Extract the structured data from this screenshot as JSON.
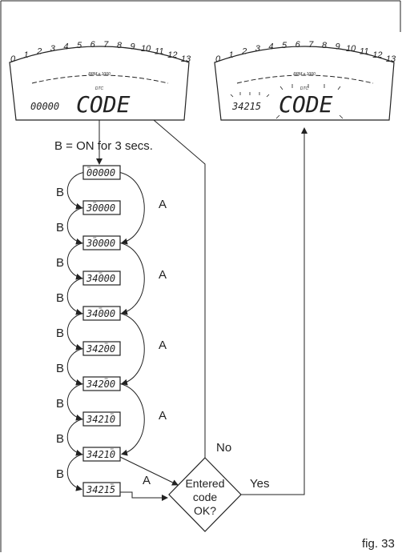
{
  "dashboards": [
    {
      "rpm": "RPM x 1000",
      "dtc": "DTC",
      "digits": "00000",
      "word": "CODE"
    },
    {
      "rpm": "RPM x 1000",
      "dtc": "DTC",
      "digits": "34215",
      "word": "CODE"
    }
  ],
  "tach_ticks": [
    "0",
    "1",
    "2",
    "3",
    "4",
    "5",
    "6",
    "7",
    "8",
    "9",
    "10",
    "11",
    "12",
    "13"
  ],
  "step_label": "B = ON for 3 secs.",
  "steps": [
    "00000",
    "30000",
    "30000",
    "34000",
    "34000",
    "34200",
    "34200",
    "34210",
    "34210",
    "34215"
  ],
  "left_labels": [
    "B",
    "B",
    "B",
    "B",
    "B",
    "B",
    "B",
    "B",
    "B"
  ],
  "right_labels": [
    "A",
    "A",
    "A",
    "A"
  ],
  "last_a": "A",
  "decision": {
    "line1": "Entered",
    "line2": "code",
    "line3": "OK?"
  },
  "no_label": "No",
  "yes_label": "Yes",
  "fig_label": "fig. 33",
  "colors": {
    "ink": "#222222",
    "bg": "#ffffff"
  }
}
